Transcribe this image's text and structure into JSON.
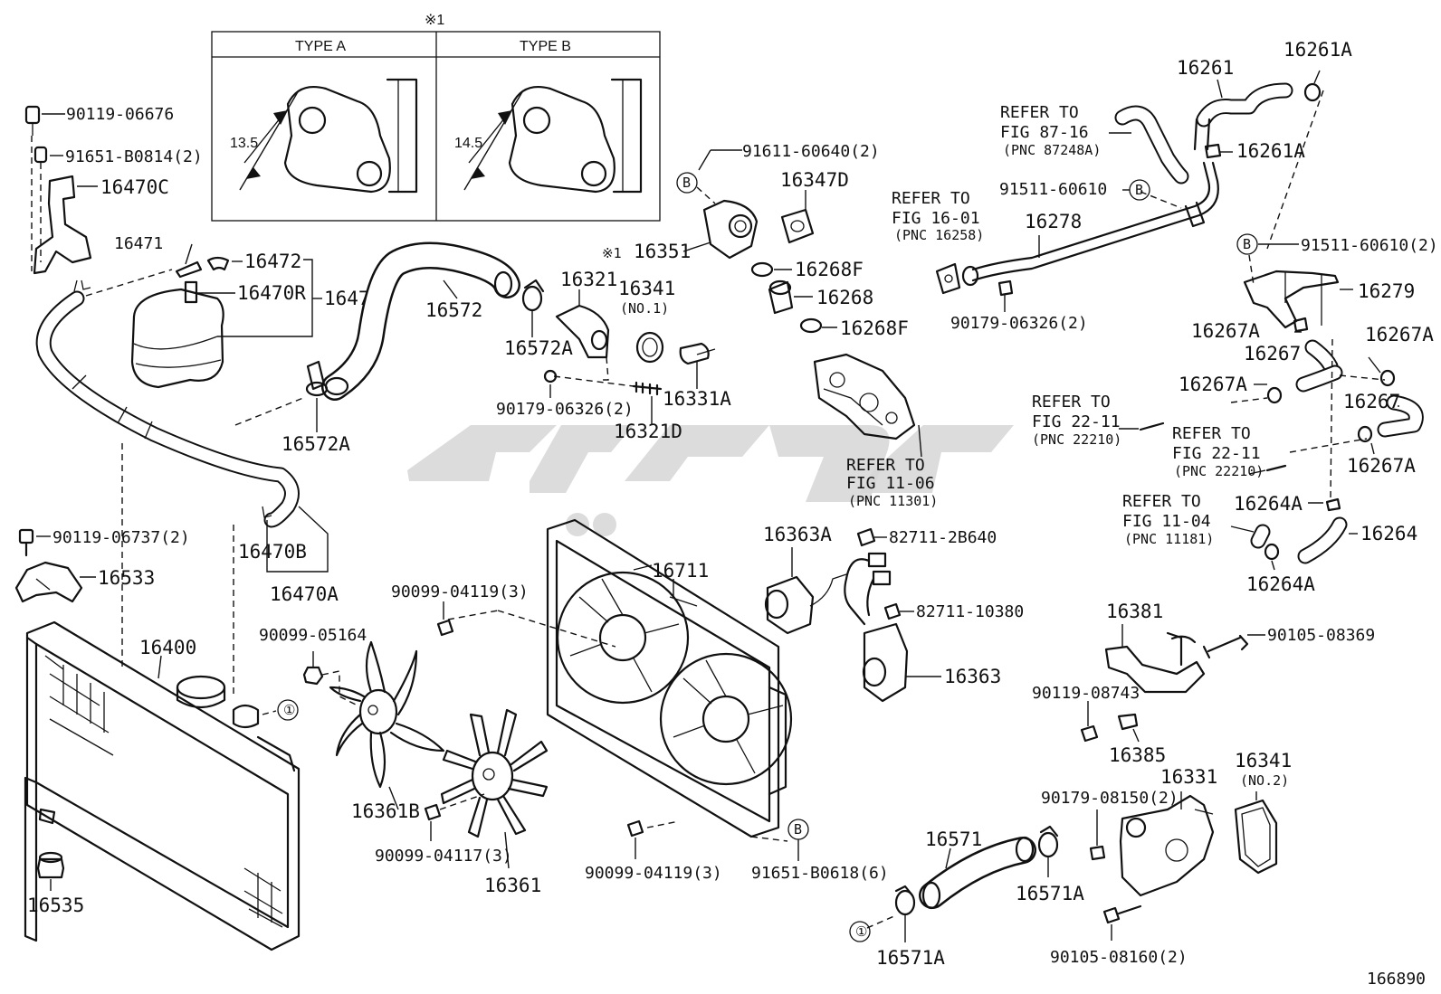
{
  "diagram": {
    "figure_number": "166890",
    "inset": {
      "note_mark": "※1",
      "type_a": "TYPE A",
      "type_b": "TYPE B",
      "dim_a": "13.5",
      "dim_b": "14.5"
    },
    "labels": {
      "p90119_06676": "90119-06676",
      "p91651_b0814": "91651-B0814(2)",
      "p16470c": "16470C",
      "p16471": "16471",
      "p16472": "16472",
      "p16470r": "16470R",
      "p16470": "16470",
      "p16572": "16572",
      "p16572a_top": "16572A",
      "p16572a_left": "16572A",
      "p16321": "16321",
      "p16341_1": "16341",
      "p16341_1_sub": "(NO.1)",
      "p90179_06326_mid": "90179-06326(2)",
      "p16331a": "16331A",
      "p16321d": "16321D",
      "p91611_60640": "91611-60640(2)",
      "p16347d": "16347D",
      "p16351": "16351",
      "p16351_mark": "※1",
      "p16268f_top": "16268F",
      "p16268": "16268",
      "p16268f_bot": "16268F",
      "p90119_06737": "90119-06737(2)",
      "p16533": "16533",
      "p16470b": "16470B",
      "p16470a": "16470A",
      "p16400": "16400",
      "p16535": "16535",
      "p90099_04119_top": "90099-04119(3)",
      "p90099_05164": "90099-05164",
      "p16711": "16711",
      "p16361b": "16361B",
      "p90099_04117": "90099-04117(3)",
      "p16361": "16361",
      "p90099_04119_bot": "90099-04119(3)",
      "p91651_b0618": "91651-B0618(6)",
      "p16363a": "16363A",
      "p82711_2b640": "82711-2B640",
      "p82711_10380": "82711-10380",
      "p16363": "16363",
      "p16571": "16571",
      "p16571a_right": "16571A",
      "p16571a_bot": "16571A",
      "p90179_08150": "90179-08150(2)",
      "p16331": "16331",
      "p16341_2": "16341",
      "p16341_2_sub": "(NO.2)",
      "p90105_08160": "90105-08160(2)",
      "p16381": "16381",
      "p90105_08369": "90105-08369",
      "p90119_08743": "90119-08743",
      "p16385": "16385",
      "p16261": "16261",
      "p16261a_top": "16261A",
      "p16261a_mid": "16261A",
      "p91511_60610_top": "91511-60610",
      "p16278": "16278",
      "p90179_06326_top": "90179-06326(2)",
      "p91511_60610_right": "91511-60610(2)",
      "p16279": "16279",
      "p16267a_1": "16267A",
      "p16267a_2": "16267A",
      "p16267_1": "16267",
      "p16267a_3": "16267A",
      "p16267_2": "16267",
      "p16267a_4": "16267A",
      "p16264a_top": "16264A",
      "p16264": "16264",
      "p16264a_bot": "16264A"
    },
    "refs": {
      "r87": {
        "l1": "REFER TO",
        "l2": "FIG 87-16",
        "l3": "(PNC 87248A)"
      },
      "r16": {
        "l1": "REFER TO",
        "l2": "FIG 16-01",
        "l3": "(PNC 16258)"
      },
      "r11_06": {
        "l1": "REFER TO",
        "l2": "FIG 11-06",
        "l3": "(PNC 11301)"
      },
      "r22a": {
        "l1": "REFER TO",
        "l2": "FIG 22-11",
        "l3": "(PNC 22210)"
      },
      "r22b": {
        "l1": "REFER TO",
        "l2": "FIG 22-11",
        "l3": "(PNC 22210)"
      },
      "r11_04": {
        "l1": "REFER TO",
        "l2": "FIG 11-04",
        "l3": "(PNC 11181)"
      }
    },
    "markers": {
      "circle_b": "B",
      "circle_1": "①"
    }
  }
}
